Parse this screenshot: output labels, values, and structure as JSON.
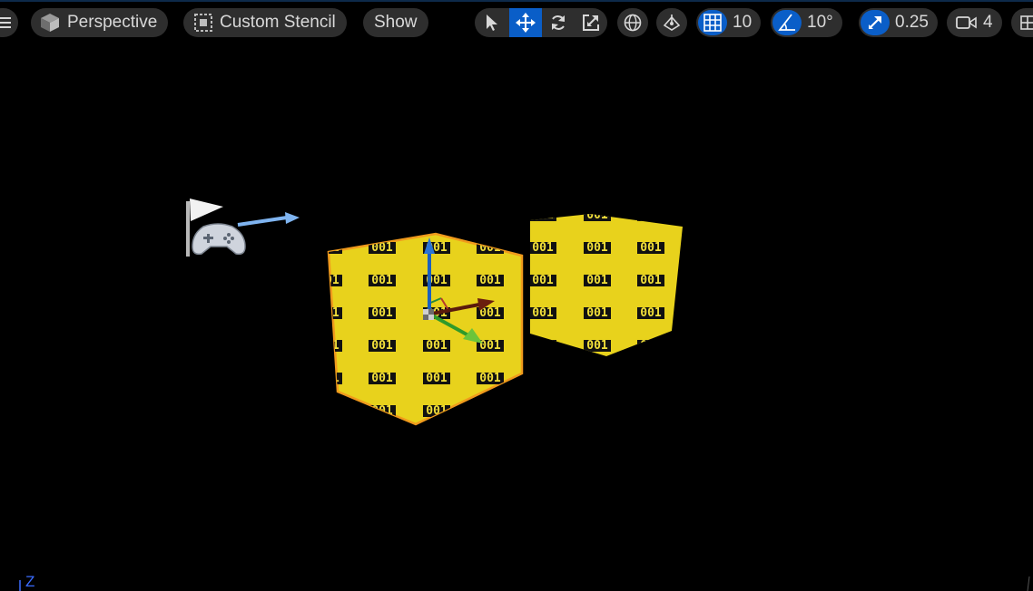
{
  "toolbar": {
    "view_mode_label": "Perspective",
    "view_mode_name_label": "Custom Stencil",
    "show_label": "Show",
    "grid_snap_value": "10",
    "rotation_snap_value": "10°",
    "scale_snap_value": "0.25",
    "camera_speed_value": "4"
  },
  "scene": {
    "cube_pattern_text": "001",
    "cube_color": "#e8d21c",
    "cube_outline_color": "#f09a1c"
  },
  "axis_indicator": {
    "label": "Z"
  },
  "colors": {
    "accent": "#0a5ec8",
    "toolbar_bg": "#2e2e2e",
    "toolbar_text": "#d8d8d8"
  }
}
